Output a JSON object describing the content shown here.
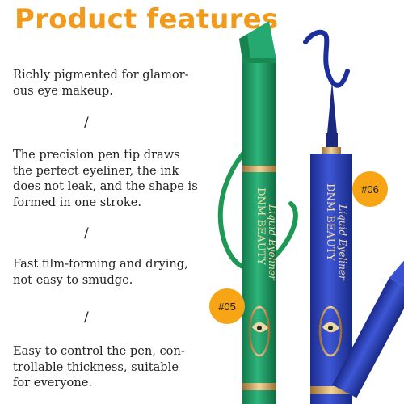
{
  "title": "Product features",
  "features": [
    "Richly pigmented for glamor-ous eye makeup.",
    "The precision pen tip draws the perfect eyeliner, the ink does not leak, and the shape is formed in one stroke.",
    "Fast film-forming and drying, not easy to smudge.",
    "Easy to control the pen, con-trollable thickness, suitable for everyone."
  ],
  "separator": "/",
  "badges": {
    "green": "#05",
    "blue": "#06"
  },
  "pens": {
    "brand": "DNM BEAUTY",
    "product": "Liquid Eyeliner",
    "green_color": "#1f9a63",
    "blue_color": "#2d43b8"
  },
  "colors": {
    "title": "#f19a1c",
    "badge": "#f7a515",
    "gold": "#c89a52"
  }
}
